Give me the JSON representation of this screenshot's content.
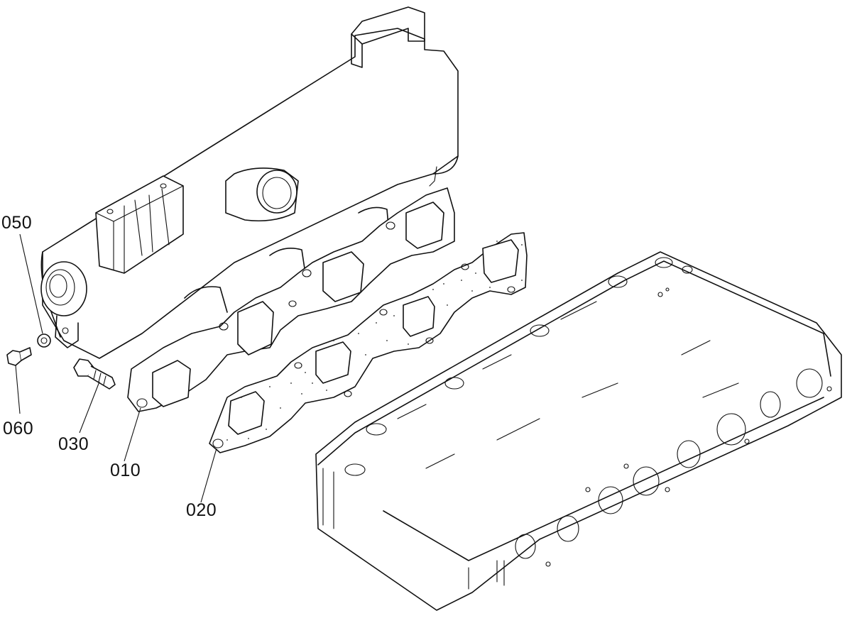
{
  "diagram": {
    "parts": [
      {
        "id": "p050",
        "number": "050"
      },
      {
        "id": "p060",
        "number": "060"
      },
      {
        "id": "p030",
        "number": "030"
      },
      {
        "id": "p010",
        "number": "010"
      },
      {
        "id": "p020",
        "number": "020"
      }
    ],
    "line_color": "#111111",
    "background_color": "#ffffff"
  }
}
